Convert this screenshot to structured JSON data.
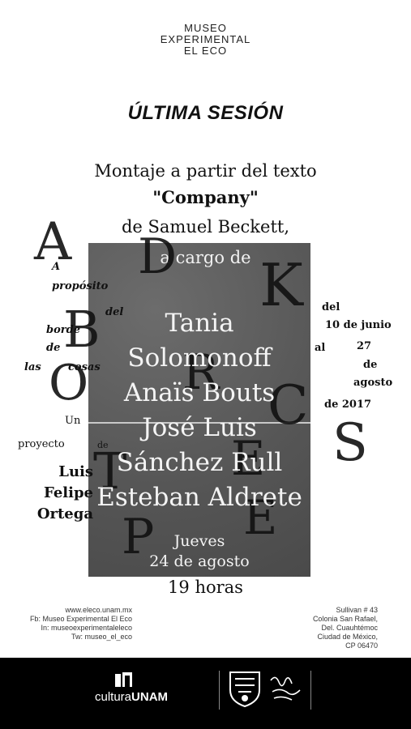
{
  "logo": {
    "line1": "MUSEO",
    "line2": "EXPERIMENTAL",
    "line3": "EL ECO"
  },
  "session_title": "ÚLTIMA SESIÓN",
  "intro": {
    "line1": "Montaje a partir del texto",
    "line2": "\"Company\"",
    "line3": "de Samuel Beckett,",
    "line4": "a cargo de"
  },
  "performers": [
    "Tania",
    "Solomonoff",
    "Anaïs Bouts",
    "José Luis",
    "Sánchez Rull",
    "Esteban Aldrete"
  ],
  "schedule": {
    "day": "Jueves",
    "date": "24 de agosto",
    "hours": "19 horas"
  },
  "side_left": {
    "w1": "A",
    "w2": "propósito",
    "w3": "del",
    "w4": "borde",
    "w5": "de",
    "w6": "las",
    "w7": "cosas"
  },
  "side_right": {
    "w1": "del",
    "w2": "10 de junio",
    "w3": "al",
    "w4": "27",
    "w5": "de",
    "w6": "agosto",
    "w7": "de 2017"
  },
  "project": {
    "w1": "Un",
    "w2": "proyecto",
    "w3": "de"
  },
  "curator": {
    "first": "Luis",
    "middle": "Felipe",
    "last": "Ortega"
  },
  "contact_left": [
    "www.eleco.unam.mx",
    "Fb: Museo Experimental El Eco",
    "In: museoexperimentaleleco",
    "Tw: museo_el_eco"
  ],
  "contact_right": [
    "Sullivan # 43",
    "Colonia San Rafael,",
    "Del. Cuauhtémoc",
    "Ciudad de México,",
    "CP 06470"
  ],
  "footer": {
    "cultura": "cultura",
    "unam": "UNAM"
  },
  "colors": {
    "panel": "#5b5b5b",
    "footer": "#000000"
  }
}
